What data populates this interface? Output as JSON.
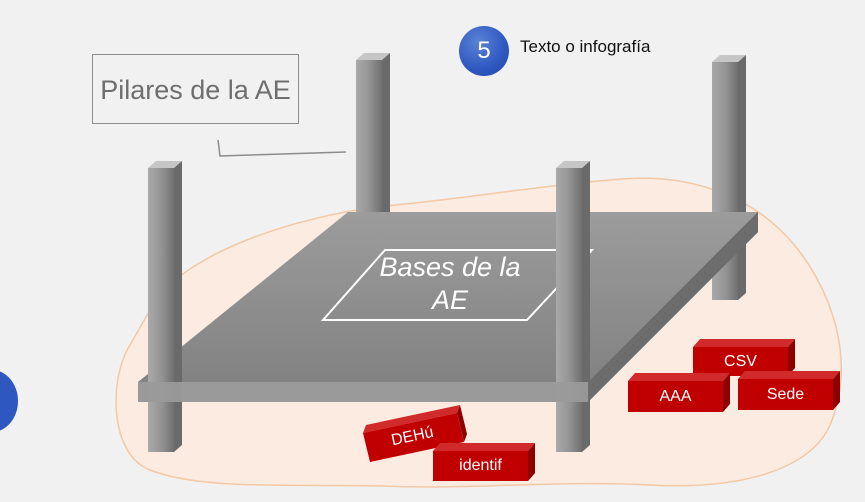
{
  "diagram": {
    "pillars_label": "Pilares de la AE",
    "bases_label": "Bases de la AE",
    "step": {
      "number": "5",
      "text": "Texto o infografía"
    },
    "bricks": [
      "CSV",
      "AAA",
      "Sede",
      "DEHú",
      "identif"
    ]
  },
  "colors": {
    "background": "#f1f1f1",
    "ground": "#fcebe0",
    "ground_outline": "#f2c8a5",
    "platform": "#8a8a8a",
    "pillar": "#8f8f8f",
    "brick": "#c00000",
    "step_circle": "#2e58bf"
  }
}
